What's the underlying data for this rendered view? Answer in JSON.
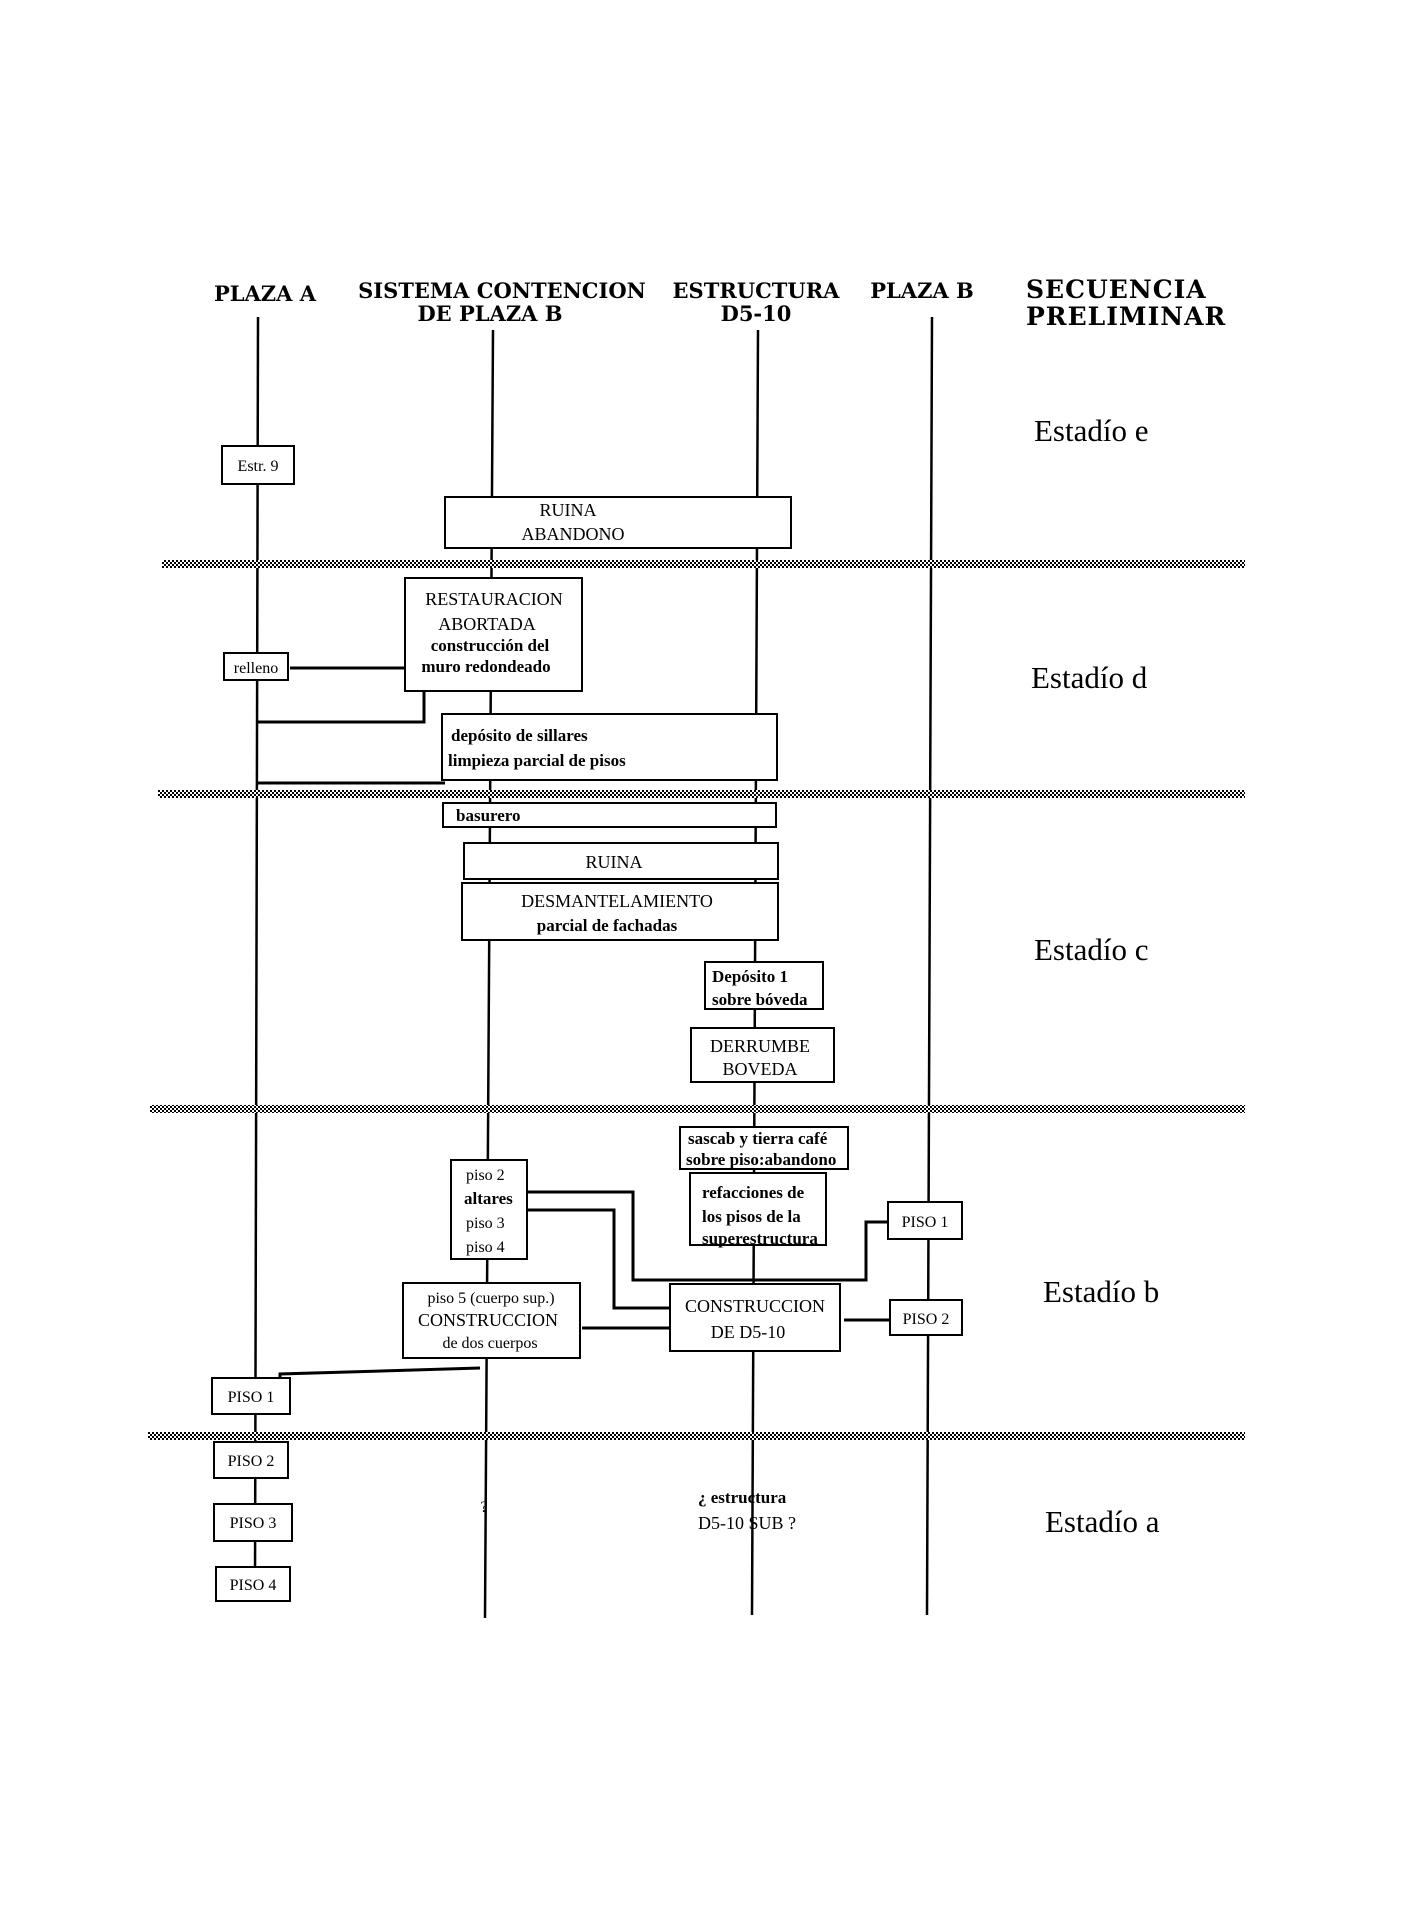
{
  "headers": {
    "plaza_a": "PLAZA A",
    "sistema_line1": "SISTEMA CONTENCION",
    "sistema_line2": "DE PLAZA B",
    "estructura_line1": "ESTRUCTURA",
    "estructura_line2": "D5-10",
    "plaza_b": "PLAZA B",
    "secuencia_line1": "SECUENCIA",
    "secuencia_line2": "PRELIMINAR"
  },
  "stages": {
    "e": "Estadío   e",
    "d": "Estadío   d",
    "c": "Estadío   c",
    "b": "Estadío   b",
    "a": "Estadío   a"
  },
  "boxes": {
    "estr9": "Estr. 9",
    "ruina_abandono_1": "RUINA",
    "ruina_abandono_2": "ABANDONO",
    "restauracion_1": "RESTAURACION",
    "restauracion_2": "ABORTADA",
    "restauracion_3": "construcción   del",
    "restauracion_4": "muro redondeado",
    "relleno": "relleno",
    "deposito_sillares_1": "depósito de sillares",
    "deposito_sillares_2": "limpieza parcial de pisos",
    "basurero": "basurero",
    "ruina": "RUINA",
    "desmantelamiento_1": "DESMANTELAMIENTO",
    "desmantelamiento_2": "parcial de fachadas",
    "deposito1_1": "Depósito 1",
    "deposito1_2": "sobre bóveda",
    "derrumbe_1": "DERRUMBE",
    "derrumbe_2": "BOVEDA",
    "sascab_1": "sascab y tierra café",
    "sascab_2": "sobre piso:abandono",
    "piso2_altares_1": "piso 2",
    "piso2_altares_2": "altares",
    "piso2_altares_3": "piso 3",
    "piso2_altares_4": "piso 4",
    "refacciones_1": "refacciones de",
    "refacciones_2": "los pisos de la",
    "refacciones_3": "superestructura",
    "plazab_piso1": "PISO 1",
    "piso5_1": "piso 5 (cuerpo sup.)",
    "piso5_2": "CONSTRUCCION",
    "piso5_3": "de dos cuerpos",
    "construccion_1": "CONSTRUCCION",
    "construccion_2": "DE  D5-10",
    "plazab_piso2": "PISO 2",
    "plazaa_piso1": "PISO 1",
    "plazaa_piso2": "PISO 2",
    "plazaa_piso3": "PISO 3",
    "plazaa_piso4": "PISO 4",
    "question": "?",
    "estructura_sub_1": "¿ estructura",
    "estructura_sub_2": "D5-10 SUB ?"
  }
}
